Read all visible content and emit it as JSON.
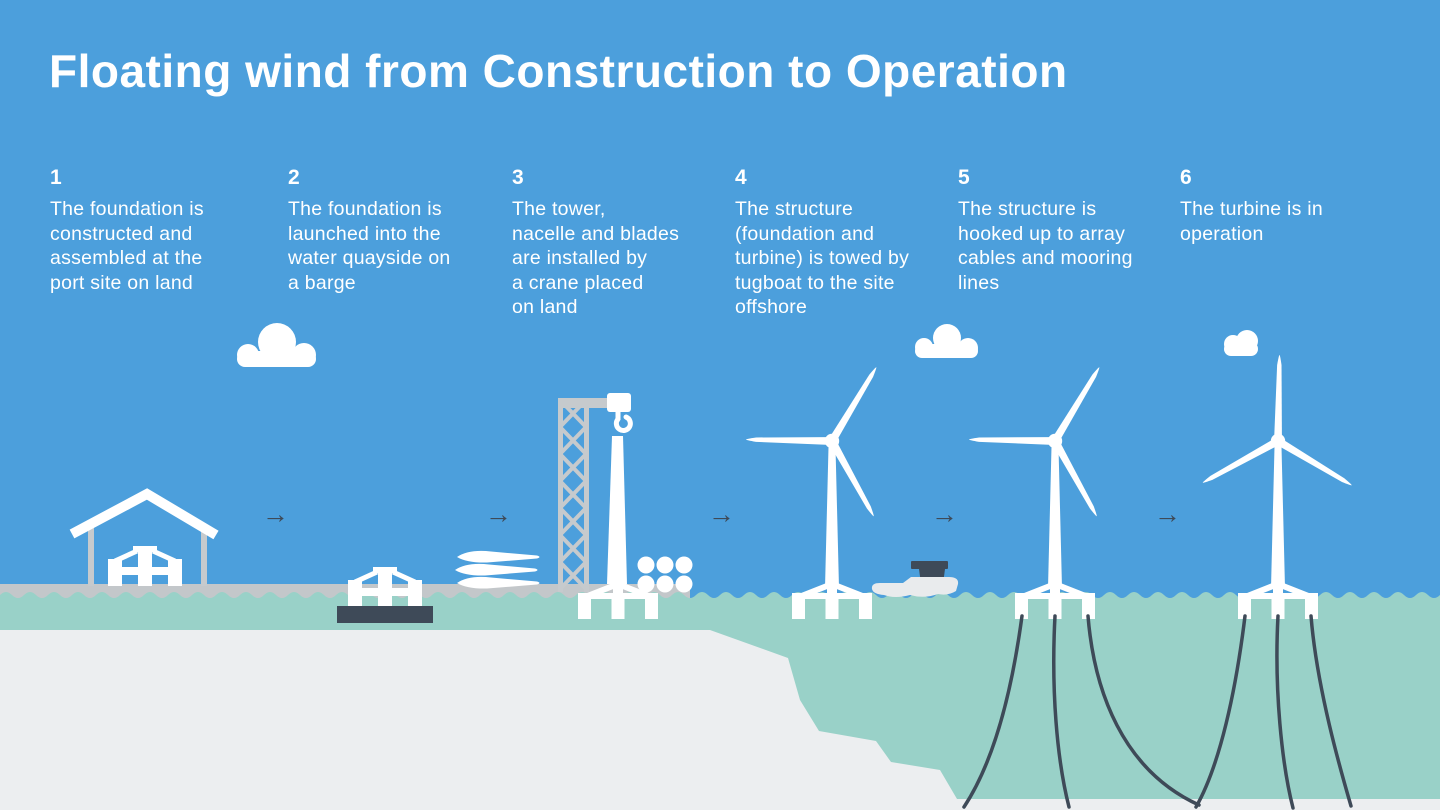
{
  "title": "Floating wind from Construction to Operation",
  "steps": [
    {
      "number": "1",
      "text": "The foundation is\nconstructed and\nassembled at the\nport site on land"
    },
    {
      "number": "2",
      "text": "The foundation is\nlaunched into the\nwater quayside on\na barge"
    },
    {
      "number": "3",
      "text": "The tower,\nnacelle and blades\nare installed by\na crane placed\non land"
    },
    {
      "number": "4",
      "text": "The structure\n(foundation and\nturbine) is towed by\ntugboat to the site\noffshore"
    },
    {
      "number": "5",
      "text": "The structure is\nhooked up to array\ncables and mooring\nlines"
    },
    {
      "number": "6",
      "text": "The turbine is in\noperation"
    }
  ],
  "icons": {
    "arrow": "→"
  },
  "colors": {
    "sky": "#4C9FDC",
    "sea": "#99D1C8",
    "ground": "#ECEEF0",
    "quay": "#C3C7CA",
    "dark": "#3E4A58",
    "crane_gray": "#C6CACD",
    "hull": "#E9EBED"
  }
}
